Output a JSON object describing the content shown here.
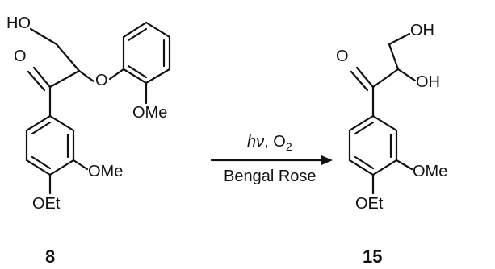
{
  "compound_8": {
    "number": "8",
    "labels": {
      "ho": "HO",
      "ketone_o": "O",
      "ether_o": "O",
      "ome_ring_b": "OMe",
      "ome_ring_a": "OMe",
      "oet": "OEt"
    }
  },
  "compound_15": {
    "number": "15",
    "labels": {
      "oh_top": "OH",
      "ketone_o": "O",
      "oh_mid": "OH",
      "ome": "OMe",
      "oet": "OEt"
    }
  },
  "reaction": {
    "hv": "hν",
    "o2": "O",
    "o2_sub": "2",
    "reagent": "Bengal Rose"
  }
}
